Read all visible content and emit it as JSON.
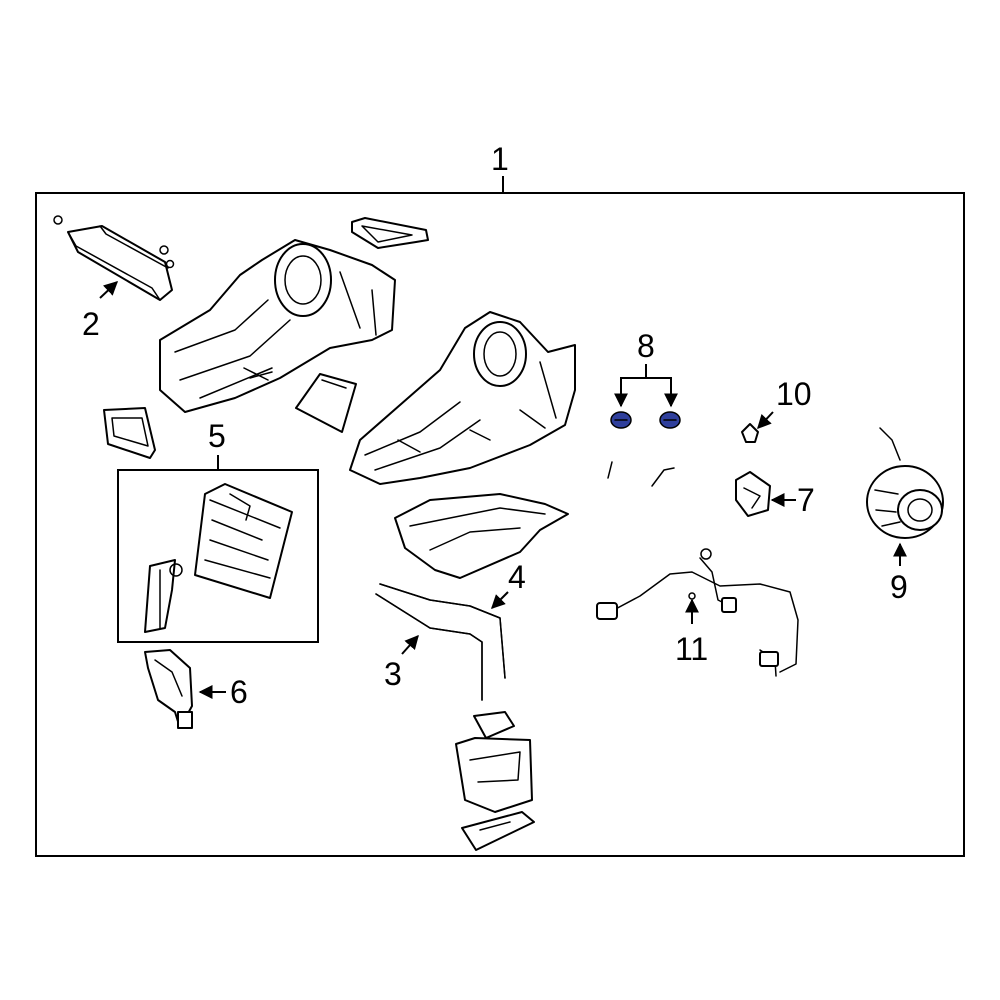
{
  "callouts": {
    "c1": "1",
    "c2": "2",
    "c3": "3",
    "c4": "4",
    "c5": "5",
    "c6": "6",
    "c7": "7",
    "c8": "8",
    "c9": "9",
    "c10": "10",
    "c11": "11"
  },
  "colors": {
    "highlight": "#2f3f9c",
    "line": "#000000",
    "background": "#ffffff"
  }
}
